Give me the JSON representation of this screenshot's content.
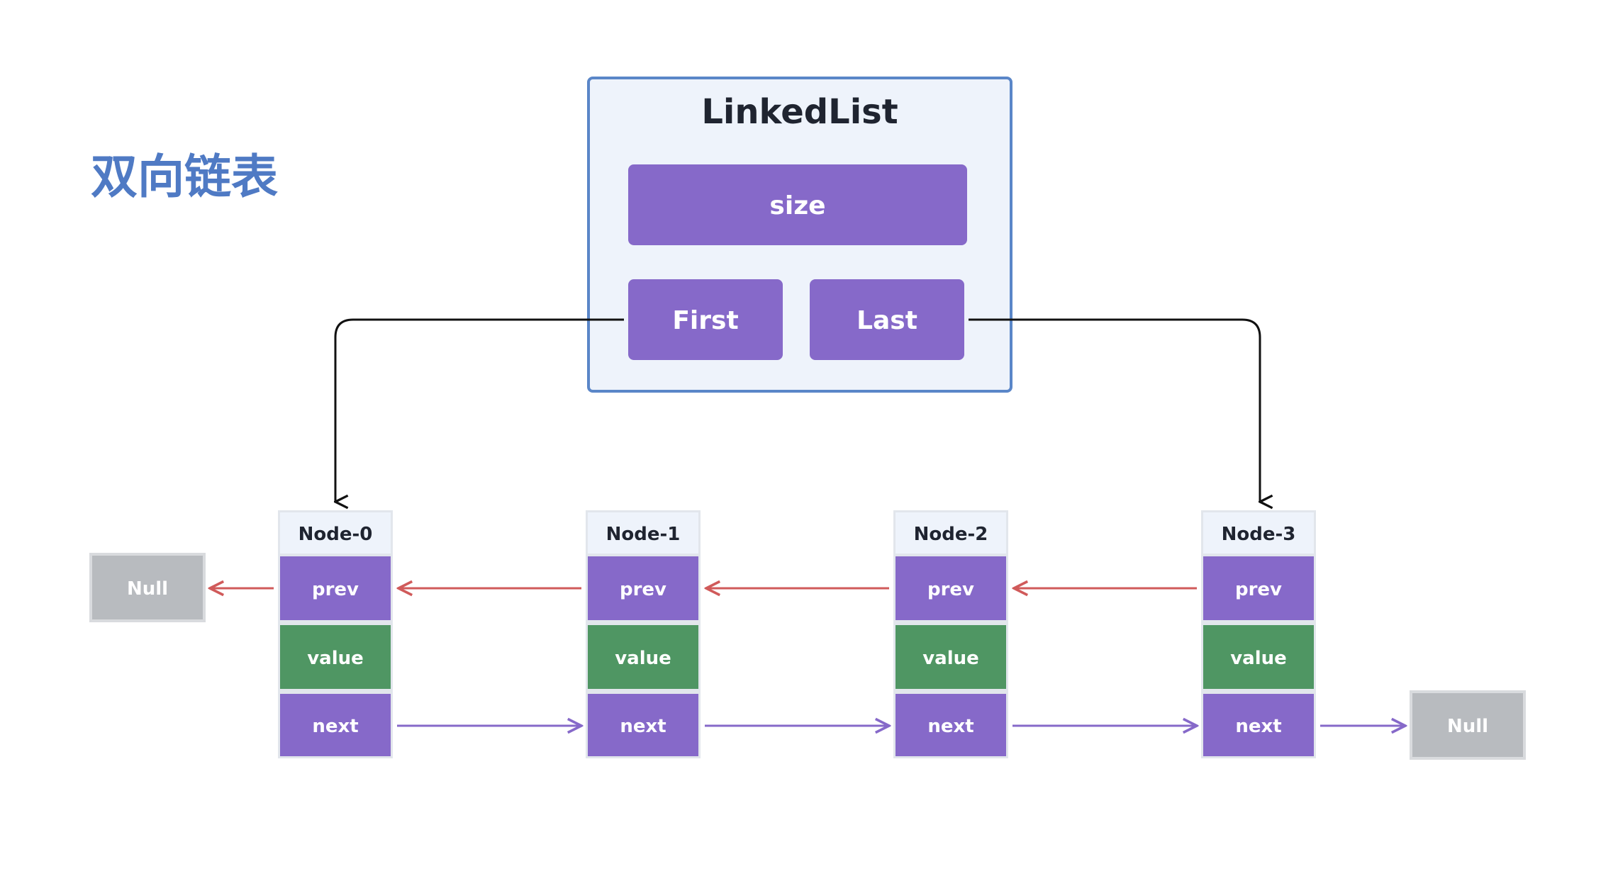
{
  "title": "双向链表",
  "linked_list": {
    "label": "LinkedList",
    "size_label": "size",
    "first_label": "First",
    "last_label": "Last"
  },
  "nodes": [
    {
      "label": "Node-0",
      "prev": "prev",
      "value": "value",
      "next": "next"
    },
    {
      "label": "Node-1",
      "prev": "prev",
      "value": "value",
      "next": "next"
    },
    {
      "label": "Node-2",
      "prev": "prev",
      "value": "value",
      "next": "next"
    },
    {
      "label": "Node-3",
      "prev": "prev",
      "value": "value",
      "next": "next"
    }
  ],
  "null_left": "Null",
  "null_right": "Null",
  "colors": {
    "title": "#4f7ac4",
    "container_fill": "#eef3fb",
    "container_border": "#5a86c8",
    "purple": "#8669c9",
    "green": "#4f9663",
    "null_gray": "#b8bbbf",
    "prev_arrow": "#d05a5a",
    "next_arrow": "#8669c9",
    "pointer_arrow": "#111111"
  }
}
